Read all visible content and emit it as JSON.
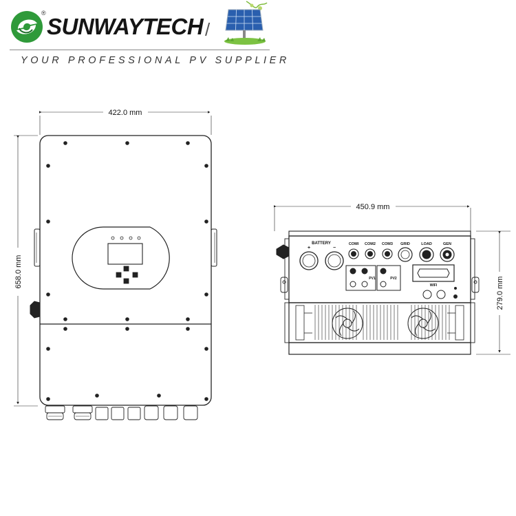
{
  "header": {
    "brand": "SUNWAYTECH",
    "registered_mark": "®",
    "separator": "/",
    "tagline": "YOUR PROFESSIONAL PV SUPPLIER"
  },
  "front_view": {
    "width_label": "422.0 mm",
    "height_label": "658.0 mm"
  },
  "bottom_view": {
    "width_label": "450.9 mm",
    "height_label": "279.0 mm",
    "ports": {
      "battery": "BATTERY",
      "battery_plus": "+",
      "battery_minus": "−",
      "com1": "COMI",
      "com2": "COM2",
      "com3": "COM3",
      "grid": "GRID",
      "load": "LOAD",
      "gen": "GEN",
      "pv1": "PV1",
      "pv2": "PV2",
      "wifi": "WIFI"
    }
  },
  "colors": {
    "line": "#222222",
    "logo_green": "#2f9a3a",
    "logo_dark": "#1f6f2a",
    "panel_blue": "#2a5fae"
  }
}
